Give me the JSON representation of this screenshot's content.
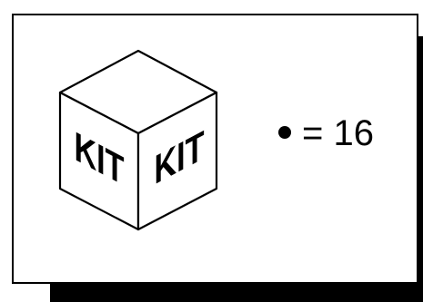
{
  "figure": {
    "cube": {
      "left_face_text": "KIT",
      "right_face_text": "KIT"
    },
    "legend": {
      "symbol": "dot-icon",
      "equals": "= 16"
    },
    "colors": {
      "ink": "#000000",
      "background": "#ffffff"
    }
  }
}
